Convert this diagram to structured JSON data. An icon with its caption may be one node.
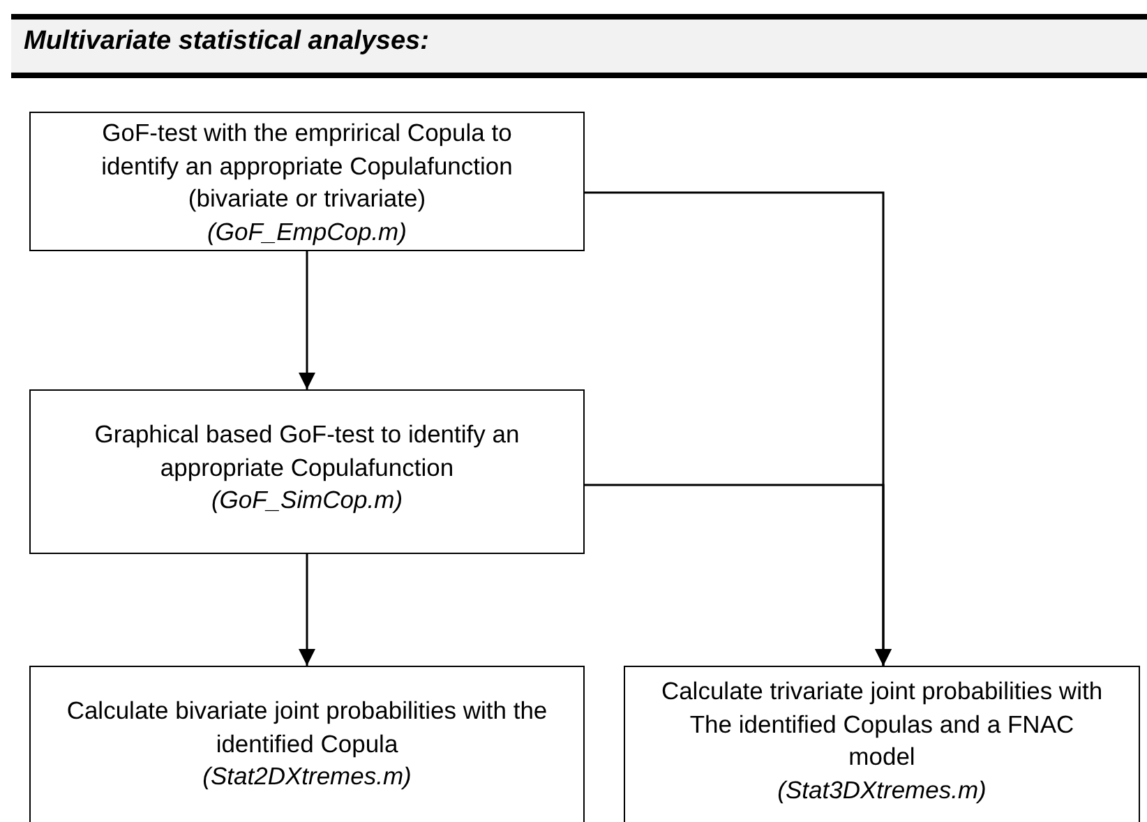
{
  "diagram": {
    "title": "Multivariate statistical analyses:",
    "nodes": [
      {
        "text": [
          "GoF-test with the emprirical Copula to identify an appropriate Copulafunction (bivariate or trivariate)",
          "(GoF_EmpCop.m)"
        ]
      },
      {
        "text": [
          "Graphical based GoF-test to identify an appropriate Copulafunction",
          "(GoF_SimCop.m)"
        ]
      },
      {
        "text": [
          "Calculate bivariate joint probabilities with the identified Copula",
          "(Stat2DXtremes.m)"
        ]
      },
      {
        "text": [
          "Calculate trivariate joint probabilities with The identified Copulas and a FNAC model",
          "(Stat3DXtremes.m)"
        ]
      }
    ],
    "edges": [
      {
        "from": 0,
        "to": 1,
        "arrow": "to"
      },
      {
        "from": 0,
        "to": 3,
        "arrow": "to"
      },
      {
        "from": 1,
        "to": 3,
        "arrow": "to"
      },
      {
        "from": 1,
        "to": 2,
        "arrow": "to"
      }
    ]
  }
}
